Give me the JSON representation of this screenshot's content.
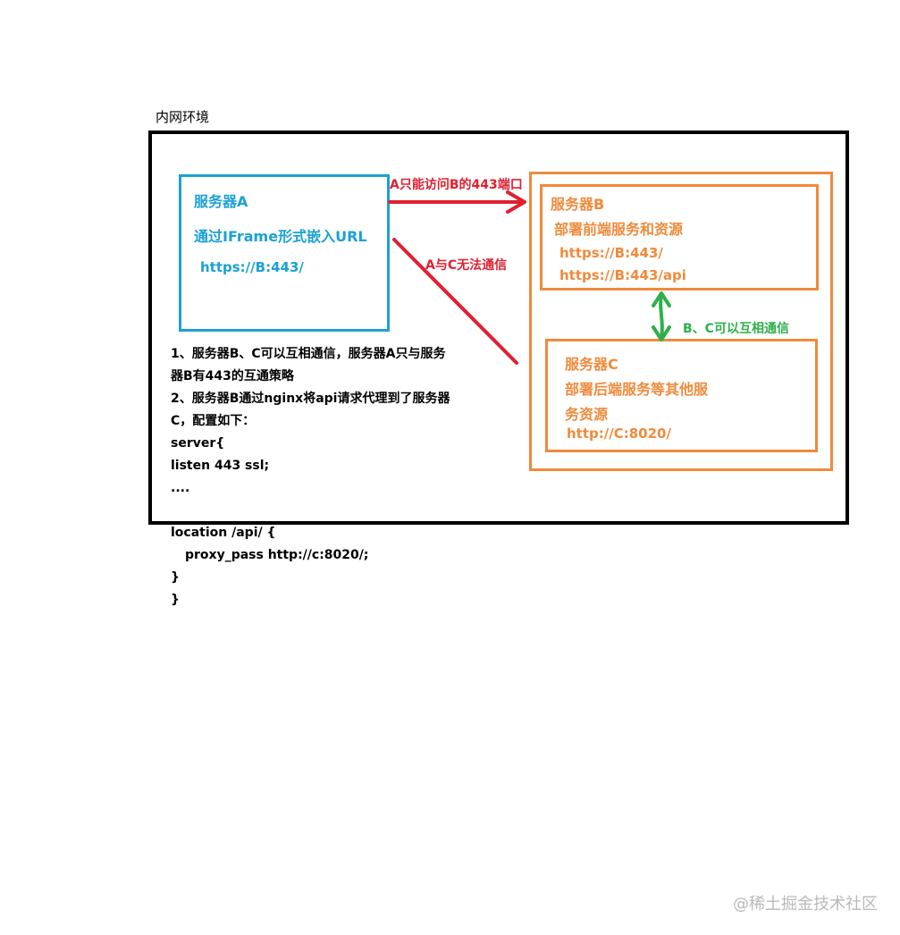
{
  "title": "内网环境",
  "server_a": {
    "name": "服务器A",
    "desc": "通过IFrame形式嵌入URL",
    "url": "https://B:443/"
  },
  "server_b": {
    "name": "服务器B",
    "desc": "部署前端服务和资源",
    "url1": "https://B:443/",
    "url2": "https://B:443/api"
  },
  "server_c": {
    "name": "服务器C",
    "desc_line1": "部署后端服务等其他服",
    "desc_line2": "务资源",
    "url": "http://C:8020/"
  },
  "edges": {
    "a_to_b": "A只能访问B的443端口",
    "a_c": "A与C无法通信",
    "b_c": "B、C可以互相通信"
  },
  "colors": {
    "server_a": "#1ba1d4",
    "server_bc": "#f08a3c",
    "red_arrow": "#e02030",
    "green_arrow": "#2eaf4a"
  },
  "notes": [
    "1、服务器B、C可以互相通信，服务器A只与服务",
    "器B有443的互通策略",
    "2、服务器B通过nginx将api请求代理到了服务器",
    "C，配置如下：",
    "server{",
    "listen 443 ssl;",
    "....",
    "",
    "location /api/ {",
    "proxy_pass http://c:8020/;",
    "}",
    "}"
  ],
  "watermark": "@稀土掘金技术社区"
}
